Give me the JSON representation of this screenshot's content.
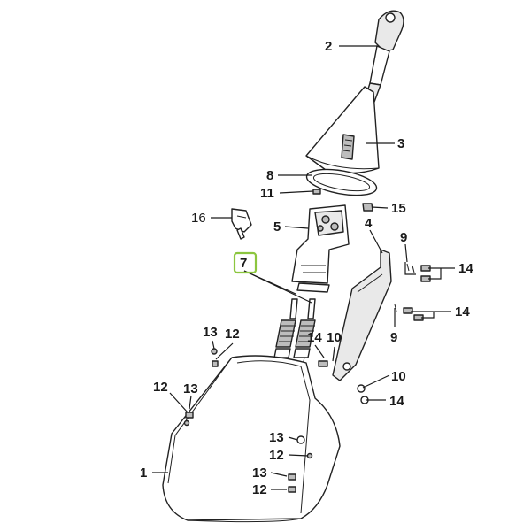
{
  "labels": {
    "l1": "1",
    "l2": "2",
    "l3": "3",
    "l4": "4",
    "l5": "5",
    "l7": "7",
    "l8": "8",
    "l9a": "9",
    "l9b": "9",
    "l10a": "10",
    "l10b": "10",
    "l11": "11",
    "l12a": "12",
    "l12b": "12",
    "l12c": "12",
    "l12d": "12",
    "l13a": "13",
    "l13b": "13",
    "l13c": "13",
    "l13d": "13",
    "l14a": "14",
    "l14b": "14",
    "l14c": "14",
    "l14d": "14",
    "l15": "15",
    "l16": "16"
  },
  "colors": {
    "highlight": "#8cc63f",
    "ink": "#1a1a1a"
  }
}
